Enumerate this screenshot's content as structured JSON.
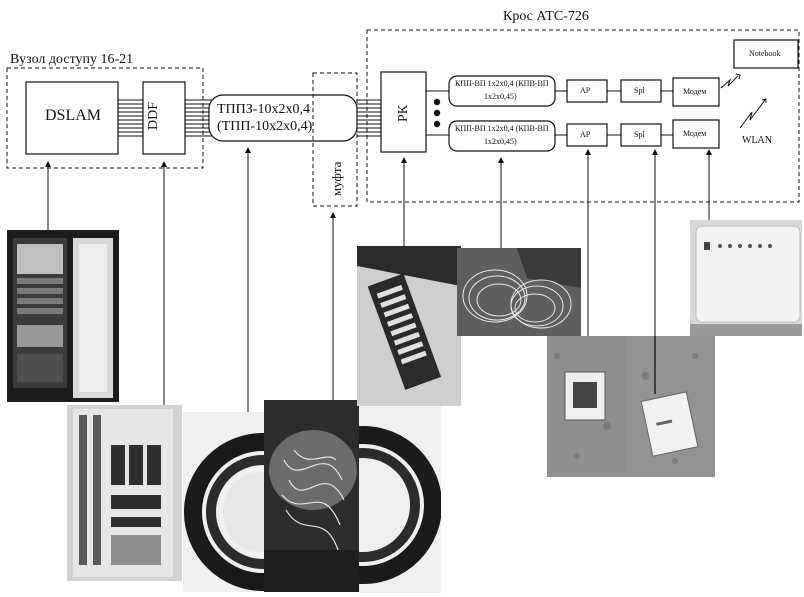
{
  "regions": {
    "access_node": "Вузол доступу 16-21",
    "cross_atc": "Крос АТС-726"
  },
  "equipment": {
    "dslam": "DSLAM",
    "ddf": "DDF",
    "cable_line1": "ТППЗ-10х2х0,4",
    "cable_line2": "(ТПП-10х2х0,4)",
    "coupling": "муфта",
    "rk": "РК",
    "kpp_top_line1": "КПП-ВП 1х2х0,4 (КПВ-ВП",
    "kpp_top_line2": "1х2х0,45)",
    "kpp_bottom_line1": "КПП-ВП 1х2х0,4 (КПВ-ВП",
    "kpp_bottom_line2": "1х2х0,45)",
    "ap_top": "AP",
    "ap_bottom": "AP",
    "spl_top": "Spl",
    "spl_bottom": "Spl",
    "modem_top": "Модем",
    "modem_bottom": "Модем",
    "notebook": "Notebook",
    "wlan": "WLAN"
  },
  "photos": [
    "dslam-rack-photo",
    "ddf-rack-photo",
    "cable-coil-photo",
    "coupling-wires-photo",
    "rk-terminal-block-photo",
    "wire-bundle-photo",
    "modem-router-photo",
    "wall-socket-ap-photo",
    "splitter-photo"
  ],
  "colors": {
    "line": "#111111",
    "background": "#ffffff",
    "photo_dark": "#2a2a2a",
    "photo_mid": "#8a8a8a",
    "photo_light": "#d6d6d6"
  }
}
